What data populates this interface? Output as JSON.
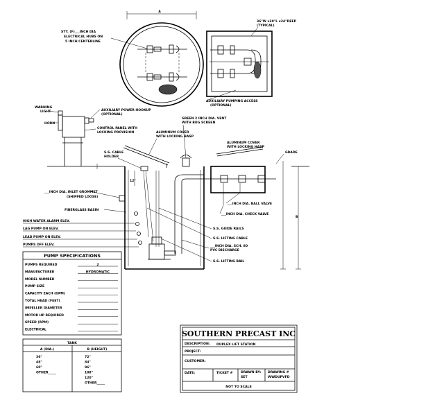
{
  "top_view": {
    "circle_dim": "A",
    "stub_label": "STY. (F)___INCH DIA\nELECTRICAL HUBS ON\n5 INCH CENTERLINE",
    "valve_box_label": "36\"W x30\"L x24\"DEEP\n(TYPICAL)",
    "aux_access_label": "AUXILIARY PUMPING ACCESS\n(OPTIONAL)"
  },
  "elevation": {
    "warning_light": "WARNING\nLIGHT",
    "horn": "HORN",
    "aux_power": "AUXILIARY POWER HOOKUP\n(OPTIONAL)",
    "control_panel": "CONTROL PANEL WITH\nLOCKING PROVISION",
    "vent": "GREEN 2 INCH DIA. VENT\nWITH BUG SCREEN",
    "alum_cover_left": "ALUMINUM COVER\nWITH LOCKING HASP",
    "alum_cover_right": "ALUMINUM COVER\nWITH LOCKING HASP",
    "grade": "GRADE",
    "ss_cable_holder": "S.S. CABLE\nHOLDER",
    "dim_12": "12\"",
    "inlet_grommet": "___INCH DIA. INLET GROMMET\n(SHIPPED LOOSE)",
    "ball_valve": "___INCH DIA. BALL VALVE",
    "check_valve": "___INCH DIA. CHECK VALVE",
    "fiberglass_basin": "FIBERGLASS BASIN",
    "high_water": "HIGH WATER ALARM ELEV.",
    "lag_pump": "LAG PUMP ON ELEV.",
    "lead_pump": "LEAD PUMP ON ELEV.",
    "pumps_off": "PUMPS OFF ELEV.",
    "guide_rails": "S.S. GUIDE RAILS",
    "lifting_cable": "S.S. LIFTING CABLE",
    "discharge": "___INCH DIA. SCH. 80\nPVC DISCHARGE",
    "lifting_bail": "S.S. LIFTING BAIL",
    "dim_b": "B"
  },
  "pump_specs": {
    "title": "PUMP SPECIFICATIONS",
    "rows": [
      {
        "label": "PUMPS REQUIRED",
        "value": "2"
      },
      {
        "label": "MANUFACTURER",
        "value": "HYDROMATIC"
      },
      {
        "label": "MODEL NUMBER",
        "value": ""
      },
      {
        "label": "PUMP SIZE",
        "value": ""
      },
      {
        "label": "CAPACITY EACH (GPM)",
        "value": ""
      },
      {
        "label": "TOTAL HEAD (FEET)",
        "value": ""
      },
      {
        "label": "IMPELLER DIAMETER",
        "value": ""
      },
      {
        "label": "MOTOR HP REQUIRED",
        "value": ""
      },
      {
        "label": "SPEED (RPM)",
        "value": ""
      },
      {
        "label": "ELECTRICAL",
        "value": ""
      }
    ]
  },
  "tank": {
    "title": "TANK",
    "col_a": "A (DIA.)",
    "col_b": "B (HEIGHT)",
    "a_values": [
      "36\"",
      "48\"",
      "60\"",
      "OTHER_____"
    ],
    "b_values": [
      "72\"",
      "84\"",
      "96\"",
      "108\"",
      "120\"",
      "OTHER_____"
    ]
  },
  "title_block": {
    "company": "SOUTHERN PRECAST INC",
    "description_label": "DESCRIPTION:",
    "description": "DUPLEX LIFT STATION",
    "project_label": "PROJECT:",
    "customer_label": "CUSTOMER:",
    "date_label": "DATE:",
    "ticket_label": "TICKET #",
    "drawn_label": "DRAWN BY:\nSET",
    "drawing_label": "DRAWING #\nWWDUPVFD",
    "scale": "NOT TO SCALE"
  }
}
